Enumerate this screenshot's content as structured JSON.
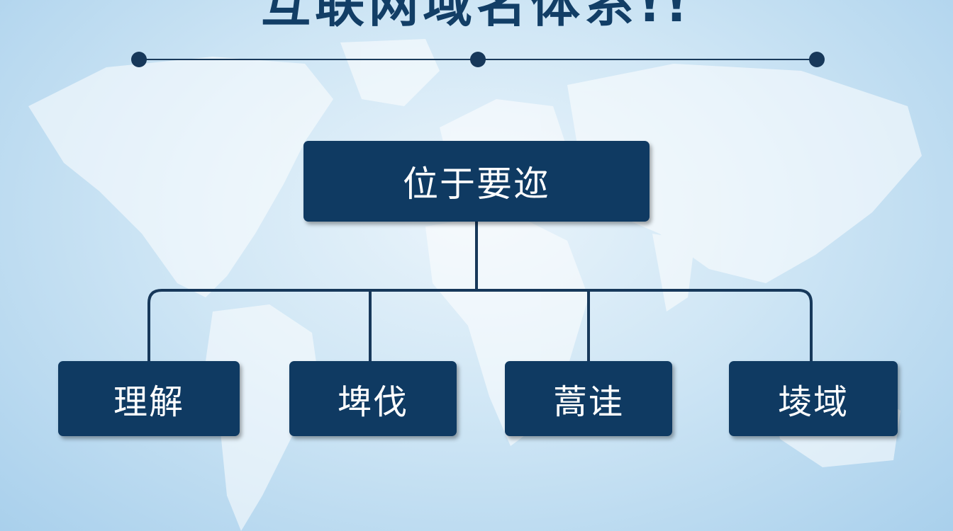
{
  "title": "互联网域名体系!!",
  "root": {
    "label": "位于要迩"
  },
  "children": [
    {
      "label": "理解"
    },
    {
      "label": "埤伐"
    },
    {
      "label": "蒿诖"
    },
    {
      "label": "堎域"
    }
  ],
  "colors": {
    "node_fill": "#0f3a62",
    "line": "#17385a",
    "title": "#123e66",
    "background": "#cfe6f5"
  }
}
